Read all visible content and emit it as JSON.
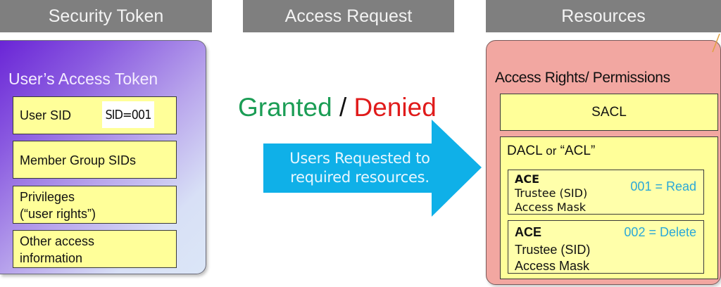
{
  "headers": {
    "security_token": "Security Token",
    "access_request": "Access Request",
    "resources": "Resources"
  },
  "token": {
    "title": "User’s Access Token",
    "items": [
      {
        "label": "User SID",
        "chip": "SID=001"
      },
      {
        "label": "Member Group SIDs"
      },
      {
        "label": "Privileges\n(“user rights”)"
      },
      {
        "label": "Other access\ninformation"
      }
    ]
  },
  "request": {
    "granted": "Granted",
    "separator": "/",
    "denied": "Denied",
    "arrow_text": "Users Requested to required resources."
  },
  "resources": {
    "title": "Access Rights/ Permissions",
    "sacl": "SACL",
    "dacl_title": "DACL",
    "dacl_or": "or",
    "dacl_alt": "“ACL”",
    "aces": [
      {
        "title": "ACE",
        "trustee": "Trustee (SID)",
        "mask": "Access Mask",
        "permission": "001 = Read"
      },
      {
        "title": "ACE",
        "trustee": "Trustee (SID)",
        "mask": "Access Mask",
        "permission": "002 = Delete"
      }
    ]
  },
  "colors": {
    "header_bg": "#7f7f7f",
    "granted": "#1b9d55",
    "denied": "#e01b1b",
    "arrow": "#0fb0e8",
    "item_fill": "#ffff99",
    "resources_bg": "#f2a7a1",
    "permission_text": "#2aa8d8"
  }
}
